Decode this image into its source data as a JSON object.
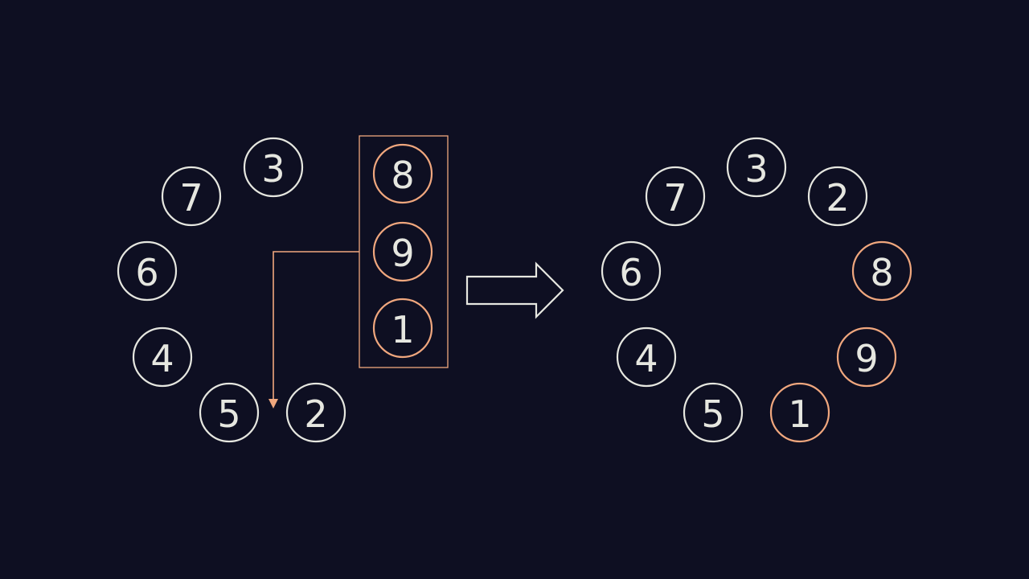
{
  "colors": {
    "background": "#0e0f22",
    "normal": "#e6e7e0",
    "highlight": "#f0a77e"
  },
  "before": {
    "circle": [
      {
        "label": "3",
        "highlight": false
      },
      {
        "label": "7",
        "highlight": false
      },
      {
        "label": "6",
        "highlight": false
      },
      {
        "label": "4",
        "highlight": false
      },
      {
        "label": "5",
        "highlight": false
      },
      {
        "label": "2",
        "highlight": false
      }
    ],
    "picked": [
      {
        "label": "8",
        "highlight": true
      },
      {
        "label": "9",
        "highlight": true
      },
      {
        "label": "1",
        "highlight": true
      }
    ]
  },
  "after": {
    "circle": [
      {
        "label": "3",
        "highlight": false
      },
      {
        "label": "2",
        "highlight": false
      },
      {
        "label": "8",
        "highlight": true
      },
      {
        "label": "9",
        "highlight": true
      },
      {
        "label": "1",
        "highlight": true
      },
      {
        "label": "5",
        "highlight": false
      },
      {
        "label": "4",
        "highlight": false
      },
      {
        "label": "6",
        "highlight": false
      },
      {
        "label": "7",
        "highlight": false
      }
    ]
  }
}
